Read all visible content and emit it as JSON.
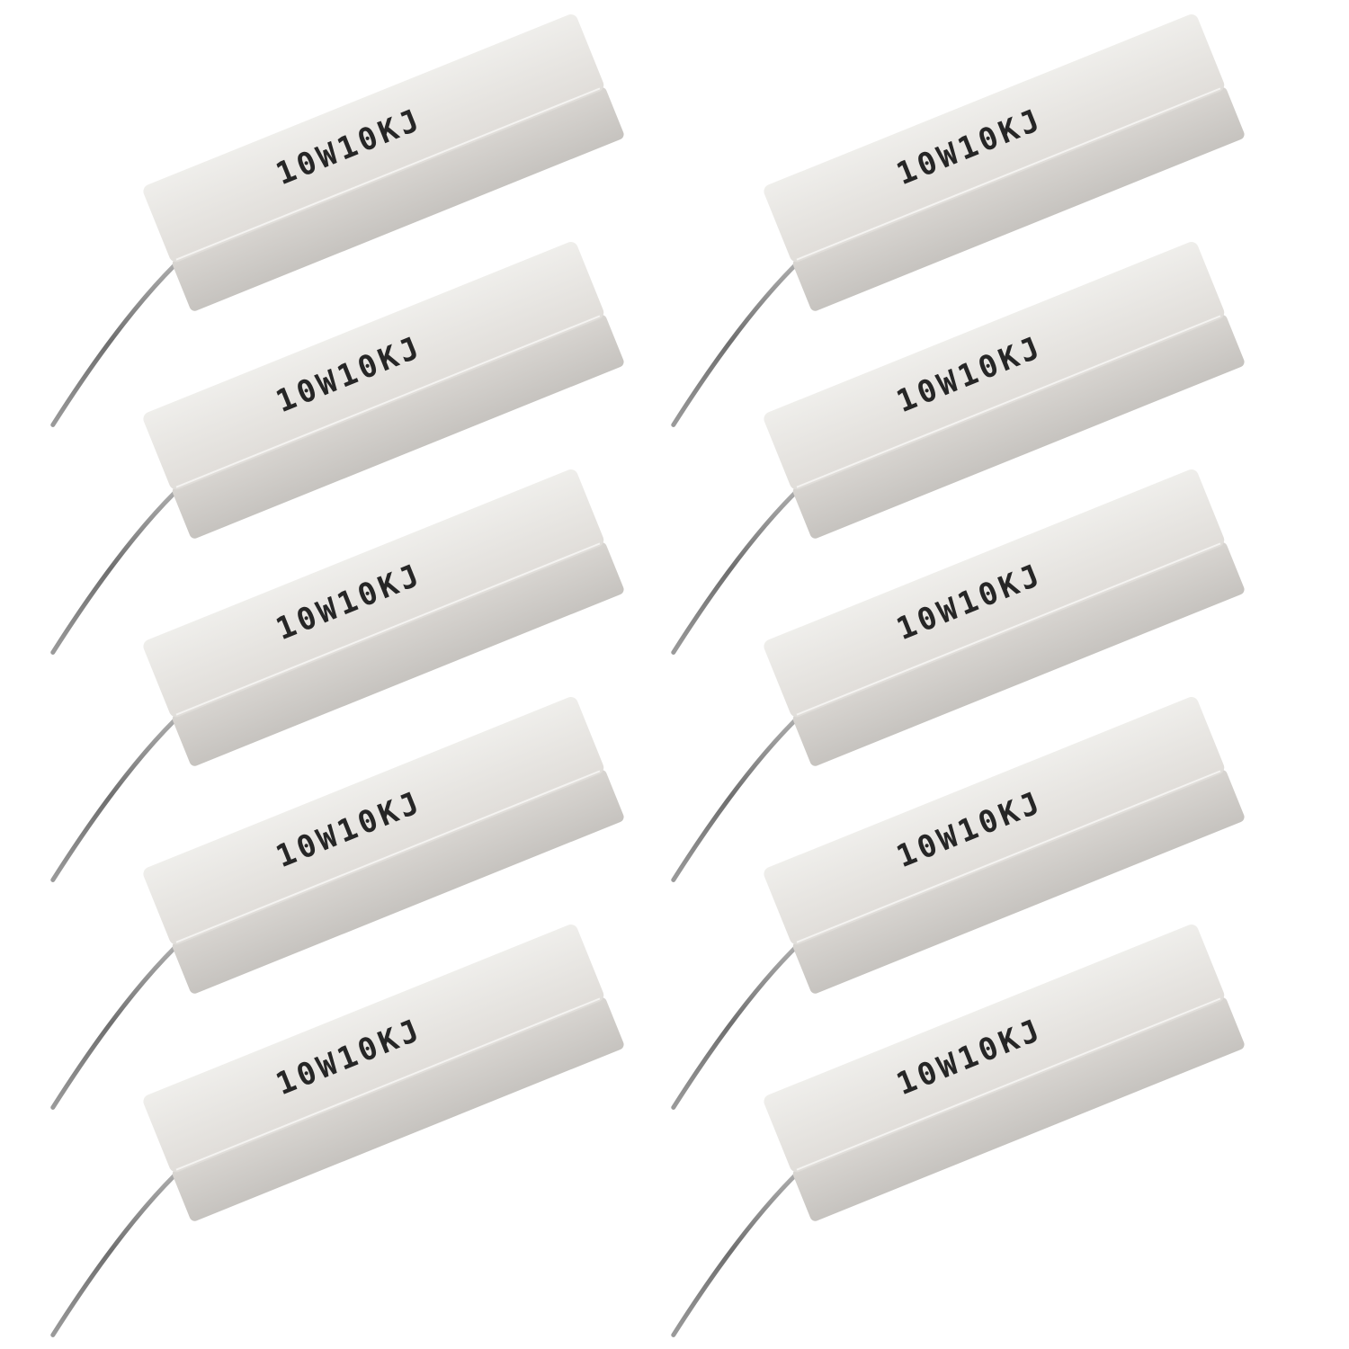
{
  "product": {
    "type": "ceramic cement power resistor",
    "quantity": 10,
    "marking": "10W10KJ",
    "colors": {
      "background": "#ffffff",
      "body_top": "#e6e4e0",
      "body_side": "#cfccc8",
      "body_end": "#d9d7d3",
      "lead": "#8a8a8a",
      "print": "#222222"
    }
  },
  "resistors": [
    {
      "label": "10W10KJ"
    },
    {
      "label": "10W10KJ"
    },
    {
      "label": "10W10KJ"
    },
    {
      "label": "10W10KJ"
    },
    {
      "label": "10W10KJ"
    },
    {
      "label": "10W10KJ"
    },
    {
      "label": "10W10KJ"
    },
    {
      "label": "10W10KJ"
    },
    {
      "label": "10W10KJ"
    },
    {
      "label": "10W10KJ"
    }
  ]
}
